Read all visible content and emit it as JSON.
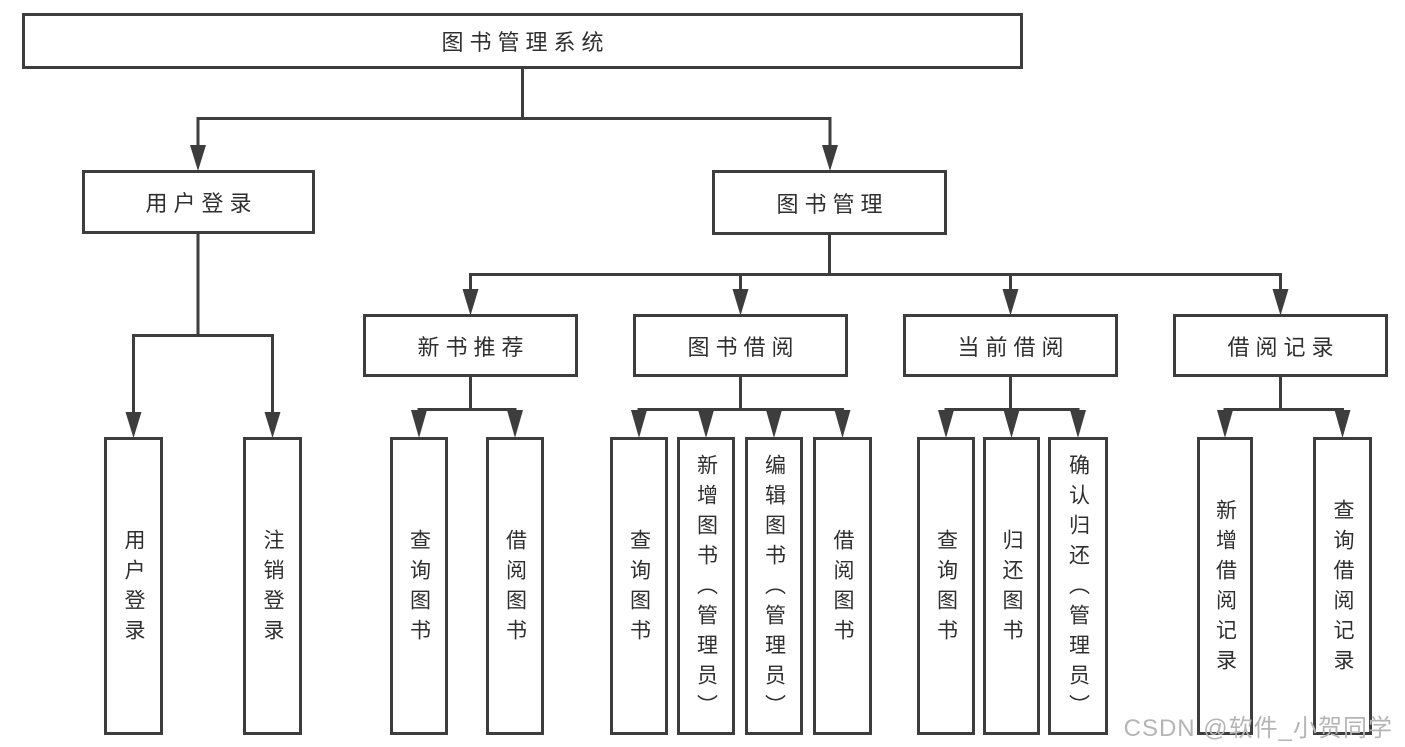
{
  "colors": {
    "line": "#3d3d3d",
    "text": "#2f2f2f",
    "background": "#ffffff",
    "watermark": "#b5b5b5"
  },
  "watermark": "CSDN @软件_小贺同学",
  "tree": {
    "root": "图书管理系统",
    "level2": [
      "用户登录",
      "图书管理"
    ],
    "categories": [
      "新书推荐",
      "图书借阅",
      "当前借阅",
      "借阅记录"
    ],
    "leaves": {
      "login": [
        "用户登录",
        "注销登录"
      ],
      "recommend": [
        "查询图书",
        "借阅图书"
      ],
      "borrow": [
        "查询图书",
        "新增图书（管理员）",
        "编辑图书（管理员）",
        "借阅图书"
      ],
      "current": [
        "查询图书",
        "归还图书",
        "确认归还（管理员）"
      ],
      "records": [
        "新增借阅记录",
        "查询借阅记录"
      ]
    }
  }
}
